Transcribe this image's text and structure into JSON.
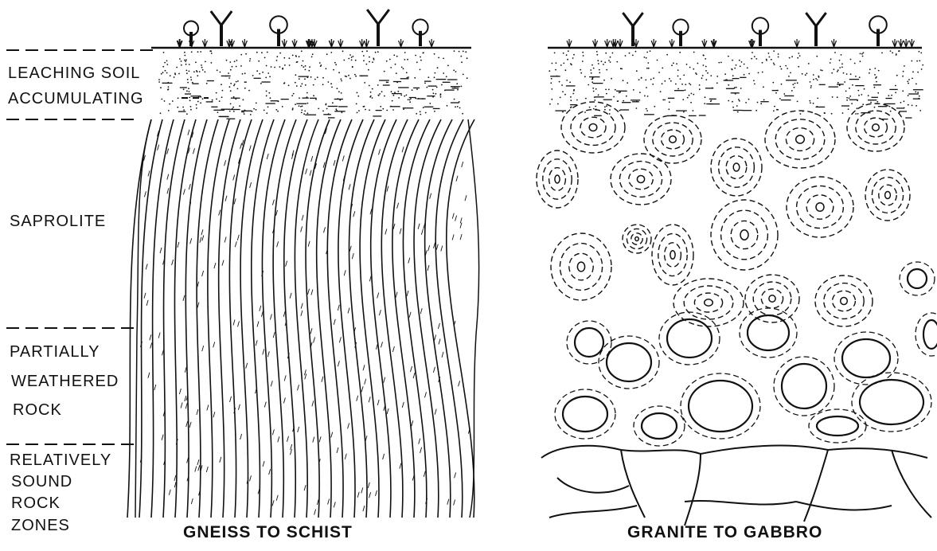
{
  "labels": {
    "leaching_soil": "LEACHING SOIL",
    "accumulating": "ACCUMULATING",
    "saprolite": "SAPROLITE",
    "partially": "PARTIALLY",
    "weathered": "WEATHERED",
    "rock": "ROCK",
    "relatively": "RELATIVELY",
    "sound": "SOUND",
    "rock2": "ROCK",
    "zones": "ZONES"
  },
  "captions": {
    "left": "GNEISS TO SCHIST",
    "right": "GRANITE TO GABBRO"
  },
  "colors": {
    "ink": "#111111",
    "paper": "#ffffff"
  }
}
